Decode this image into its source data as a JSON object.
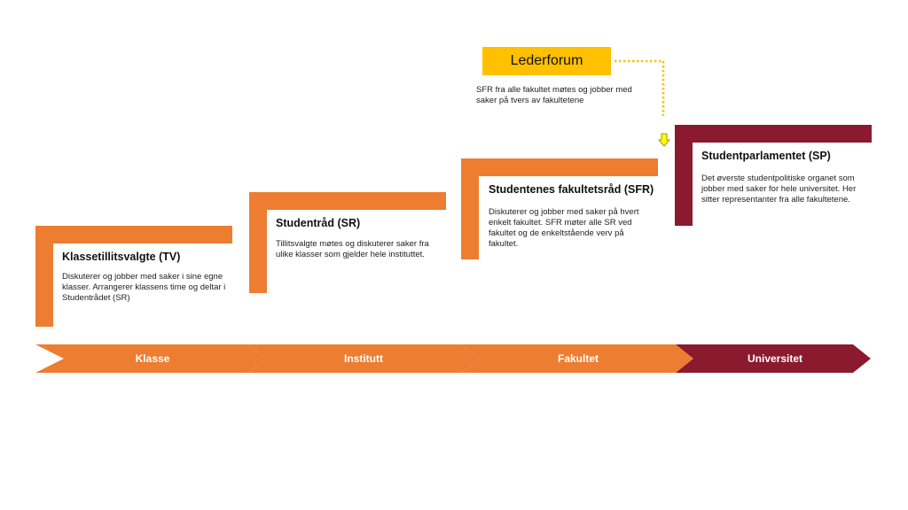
{
  "stages": [
    {
      "title": "Klassetillitsvalgte (TV)",
      "description": "Diskuterer og jobber med saker i sine egne klasser. Arrangerer  klassens time og deltar i Studentrådet (SR)"
    },
    {
      "title": "Studentråd (SR)",
      "description": "Tillitsvalgte møtes og diskuterer saker fra ulike klasser som gjelder hele instituttet."
    },
    {
      "title": "Studentenes fakultetsråd (SFR)",
      "description": "Diskuterer og jobber med saker på hvert  enkelt fakultet. SFR møter alle SR ved fakultet og de enkeltstående verv  på fakultet."
    },
    {
      "title": "Studentparlamentet (SP)",
      "description": "Det øverste  studentpolitiske organet som jobber med saker for hele universitet.  Her sitter representanter  fra alle fakultetene."
    }
  ],
  "levels": [
    "Klasse",
    "Institutt",
    "Fakultet",
    "Universitet"
  ],
  "lederforum": {
    "title": "Lederforum",
    "description": "SFR fra alle fakultet møtes og jobber med saker på tvers av fakultetene"
  },
  "colors": {
    "orange": "#ED7D31",
    "maroon": "#8B1A2E",
    "yellow": "#FFC000"
  }
}
